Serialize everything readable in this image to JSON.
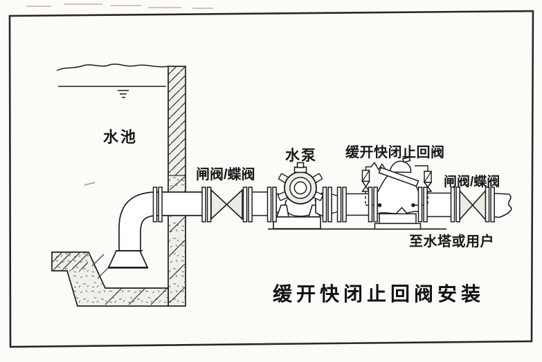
{
  "document": {
    "kind": "scanned-technical-illustration",
    "title": "缓开快闭止回阀安装",
    "labels": {
      "pool": "水池",
      "inlet_valve": "闸阀/蝶阀",
      "pump": "水泵",
      "check_valve": "缓开快闭止回阀",
      "outlet_valve": "闸阀/蝶阀",
      "outlet_note": "至水塔或用户"
    },
    "colors": {
      "ink": "#1c1c1c",
      "paper": "#fcfbf8",
      "fill_light": "#f1efe9"
    }
  }
}
